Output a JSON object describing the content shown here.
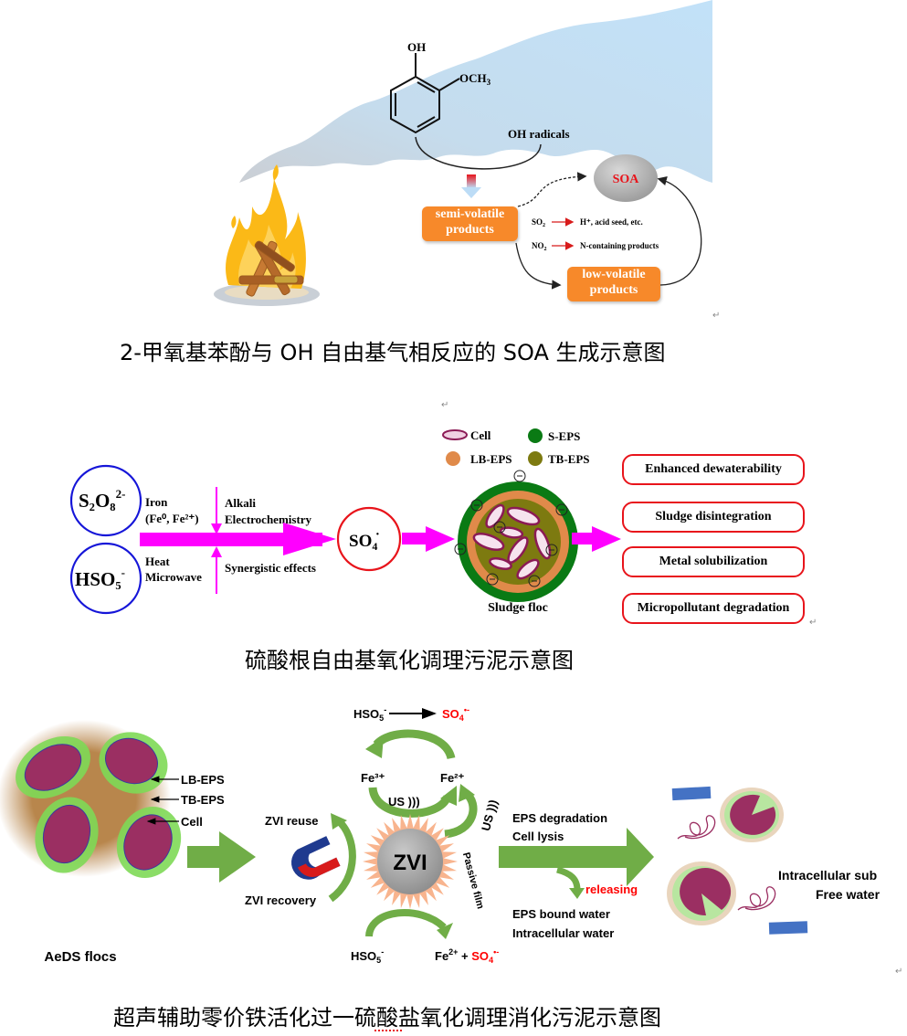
{
  "figure1": {
    "molecule": {
      "oh": "OH",
      "och3": "OCH3",
      "och3_main": "OCH",
      "och3_sub": "3"
    },
    "oh_radicals": "OH radicals",
    "soa": "SOA",
    "semi_volatile": [
      "semi-volatile",
      "products"
    ],
    "low_volatile": [
      "low-volatile",
      "products"
    ],
    "reactions": [
      {
        "reactant_main": "SO",
        "reactant_sub": "2",
        "product": "H⁺, acid seed, etc."
      },
      {
        "reactant_main": "NO",
        "reactant_sub": "2",
        "product": "N-containing products"
      }
    ],
    "colors": {
      "smoke": "#bfdff5",
      "box": "#f7892a",
      "soa_fill": "#b8b8b8",
      "soa_text": "#e8141b"
    },
    "caption": "2-甲氧基苯酚与 OH 自由基气相反应的 SOA 生成示意图"
  },
  "figure2": {
    "oxidants": [
      {
        "main": "S₂O₈",
        "sup": "2-"
      },
      {
        "main": "HSO₅",
        "sup": "-"
      }
    ],
    "activators_top_left": [
      "Iron",
      "(Fe⁰, Fe²⁺)"
    ],
    "activators_bottom_left": [
      "Heat",
      "Microwave"
    ],
    "activators_top_right": [
      "Alkali",
      "Electrochemistry"
    ],
    "activators_bottom_right": [
      "Synergistic effects"
    ],
    "radical": "SO₄⁻•",
    "radical_main": "SO",
    "radical_sub": "4",
    "radical_sup": "•",
    "legend": [
      {
        "label": "Cell",
        "color": "#a0306e"
      },
      {
        "label": "S-EPS",
        "color": "#0a7a14"
      },
      {
        "label": "LB-EPS",
        "color": "#e08a4a"
      },
      {
        "label": "TB-EPS",
        "color": "#7d7a10"
      }
    ],
    "floc_label": "Sludge floc",
    "outcomes": [
      "Enhanced dewaterability",
      "Sludge disintegration",
      "Metal solubilization",
      "Micropollutant degradation"
    ],
    "colors": {
      "arrow": "#ff00ff",
      "oxidant_circle": "#1515d8",
      "radical_circle": "#e8141b",
      "outcome_border": "#e8141b"
    },
    "caption": "硫酸根自由基氧化调理污泥示意图"
  },
  "figure3": {
    "top_reaction": {
      "reactant": "HSO₅⁻",
      "product": "SO₄•⁻"
    },
    "fe3": "Fe³⁺",
    "fe2": "Fe²⁺",
    "us_label": "US )))",
    "floc_labels": [
      "LB-EPS",
      "TB-EPS",
      "Cell"
    ],
    "floc_caption": "AeDS flocs",
    "zvi": "ZVI",
    "zvi_reuse": "ZVI reuse",
    "zvi_recovery": "ZVI recovery",
    "passive_film": "Passive film",
    "bottom_reactant": "HSO₅⁻",
    "bottom_product_fe": "Fe²⁺ + ",
    "bottom_product_so4": "SO₄•⁻",
    "effects": [
      "EPS degradation",
      "Cell lysis"
    ],
    "releasing": "releasing",
    "released": [
      "EPS bound water",
      "Intracellular water"
    ],
    "result_labels": [
      "Intracellular sub",
      "Free water"
    ],
    "colors": {
      "arrow": "#70ad47",
      "cell": "#9b2f62",
      "tb_eps": "#7ed957",
      "lb_eps": "#c9975a",
      "red_text": "#ff0000",
      "water": "#4472c4"
    },
    "caption": "超声辅助零价铁活化过一硫酸盐氧化调理消化污泥示意图"
  },
  "paragraph_mark": "↵"
}
